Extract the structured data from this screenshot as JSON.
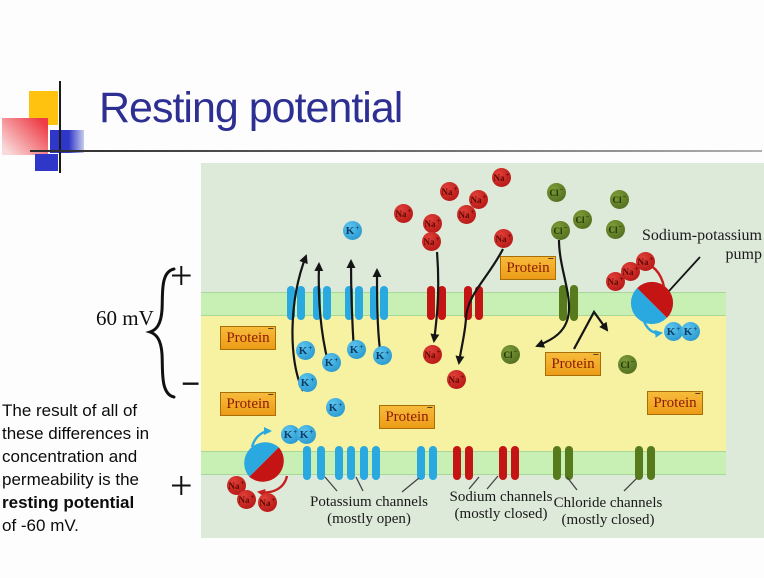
{
  "slide": {
    "title": "Resting potential"
  },
  "left_note": {
    "lines": [
      "The result of all of",
      "these differences in",
      "concentration and",
      "permeability is the",
      "resting potential",
      "of -60 mV."
    ]
  },
  "voltage": {
    "plus_top": "+",
    "value": "60 mV",
    "minus": "−",
    "plus_bottom": "+"
  },
  "pump_label": {
    "line1": "Sodium-potassium",
    "line2": "pump"
  },
  "channel_labels": {
    "potassium": {
      "line1": "Potassium channels",
      "line2": "(mostly open)"
    },
    "sodium": {
      "line1": "Sodium channels",
      "line2": "(mostly closed)"
    },
    "chloride": {
      "line1": "Chloride channels",
      "line2": "(mostly closed)"
    }
  },
  "ions": {
    "na": "Na",
    "k": "K",
    "cl": "Cl",
    "plus": "+",
    "minus": "−"
  },
  "protein": {
    "label": "Protein",
    "charge": "−"
  },
  "colors": {
    "sodium": "#c41414",
    "potassium": "#2aa9e0",
    "chloride": "#567a1c",
    "protein_box": "#f2a62c",
    "membrane": "#c8f0b4",
    "cytoplasm": "#f6f2a2",
    "extracellular": "#dde9d9",
    "title": "#2d2f92"
  }
}
